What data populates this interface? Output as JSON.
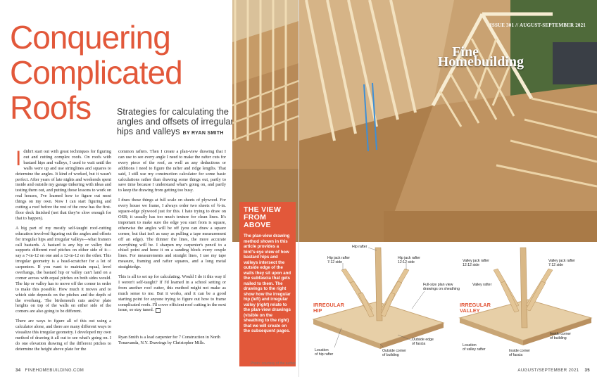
{
  "article": {
    "title_lines": [
      "Conquering",
      "Complicated",
      "Roofs"
    ],
    "deck": "Strategies for calculating the angles and offsets of irregular hips and valleys",
    "byline": "BY RYAN SMITH",
    "dropcap": "I",
    "col1": [
      "didn't start out with great techniques for figuring out and cutting complex roofs. On roofs with bastard hips and valleys, I used to wait until the walls were up and use stringlines and squares to determine the angles. It kind of worked, but it wasn't perfect. After years of late nights and weekends spent inside and outside my garage tinkering with ideas and testing them out, and putting those lessons to work on real houses, I've learned how to figure out most things on my own. Now I can start figuring and cutting a roof before the rest of the crew has the first-floor deck finished (not that they're slow enough for that to happen).",
      "A big part of my mostly self-taught roof-cutting education involved figuring out the angles and offsets for irregular hips and irregular valleys—what framers call bastards. A bastard is any hip or valley that supports different roof pitches on either side of it—say a 7-in-12 on one and a 12-in-12 on the other. This irregular geometry is a head-scratcher for a lot of carpenters. If you want to maintain equal, level overhangs, the bastard hip or valley can't land on a corner across with equal pitches on both sides would. The hip or valley has to move off the corner in order to make this possible. How much it moves and to which side depends on the pitches and the depth of the overhang. The birdsmouth cuts and/or plate heights on top of the walls on either side of the corners are also going to be different.",
      "There are ways to figure all of this out using a calculator alone, and there are many different ways to visualize this irregular geometry. I developed my own method of drawing it all out to see what's going on. I do one elevation drawing of the different pitches to determine the height above plate for the"
    ],
    "col2": [
      "common rafters. Then I create a plan-view drawing that I can use to see every angle I need to make the rafter cuts for every piece of the roof, as well as any deductions or additions I need to figure the rafter and ridge lengths. That said, I still use my construction calculator for some basic calculations rather than drawing some things out, partly to save time because I understand what's going on, and partly to keep the drawing from getting too busy.",
      "I draw these things at full scale on sheets of plywood. For every house we frame, I always order two sheets of ¾-in. square-edge plywood just for this. I hate trying to draw on OSB; it usually has too much texture for clean lines. It's important to make sure the edge you start from is square, otherwise the angles will be off (you can draw a square corner, but that isn't as easy as pulling a tape measurement off an edge). The thinner the lines, the more accurate everything will be. I sharpen my carpenter's pencil to a chisel point and hone it on a sanding block every couple lines. For measurements and straight lines, I use my tape measure, framing and rafter squares, and a long metal straightedge.",
      "This is all to set up for calculating. Would I do it this way if I weren't self-taught? If I'd learned in a school setting or from another roof cutter, this method might not make as much sense to me. But it works, and it can be a good starting point for anyone trying to figure out how to frame complicated roofs. I'll cover efficient roof cutting in the next issue, so stay tuned."
    ],
    "bio": "Ryan Smith is a lead carpenter for 7 Construction in North Tonawanda, N.Y. Drawings by Christopher Mills.",
    "photo_credit": "Photo: courtesy of the author"
  },
  "sidebar": {
    "heading_lines": [
      "THE VIEW",
      "FROM",
      "ABOVE"
    ],
    "body": "The plan-view drawing method shown in this article provides a bird's-eye view of how bastard hips and valleys intersect the outside edge of the walls they sit upon and the subfascia that gets nailed to them. The drawings to the right show how the irregular hip (left) and irregular valley (right) relate to the plan-view drawings (visible on the sheathing to the right) that we will create on the subsequent pages."
  },
  "masthead": {
    "name_line1": "Fine",
    "name_line2": "Homebuilding",
    "issue": "ISSUE 301 // AUGUST-SEPTEMBER 2021"
  },
  "folio": {
    "left_number": "34",
    "left_site": "FINEHOMEBUILDING.COM",
    "right_date": "AUGUST/SEPTEMBER 2021",
    "right_number": "35"
  },
  "diagram_hip": {
    "title_lines": [
      "IRREGULAR",
      "HIP"
    ],
    "labels": {
      "hip_rafter": "Hip rafter",
      "jack_7": [
        "Hip jack rafter",
        "7:12 side"
      ],
      "jack_12": [
        "Hip jack rafter",
        "12:12 side"
      ],
      "plan": [
        "Full-size plan view",
        "drawings on sheathing"
      ],
      "fascia": [
        "Outside edge",
        "of fascia"
      ],
      "corner": [
        "Outside corner",
        "of building"
      ],
      "location": [
        "Location",
        "of hip rafter"
      ]
    }
  },
  "diagram_valley": {
    "title_lines": [
      "IRREGULAR",
      "VALLEY"
    ],
    "labels": {
      "jack_12": [
        "Valley jack rafter",
        "12:12 side"
      ],
      "jack_7": [
        "Valley jack rafter",
        "7:12 side"
      ],
      "valley_rafter": "Valley rafter",
      "corner_in": [
        "Inside corner",
        "of building"
      ],
      "corner": [
        "Inside corner",
        "of fascia"
      ],
      "location": [
        "Location",
        "of valley rafter"
      ]
    }
  },
  "colors": {
    "accent": "#e2583a",
    "sky": "#c9d3d9",
    "wood": "#e2c79b",
    "sheathing": "#cfa977"
  }
}
